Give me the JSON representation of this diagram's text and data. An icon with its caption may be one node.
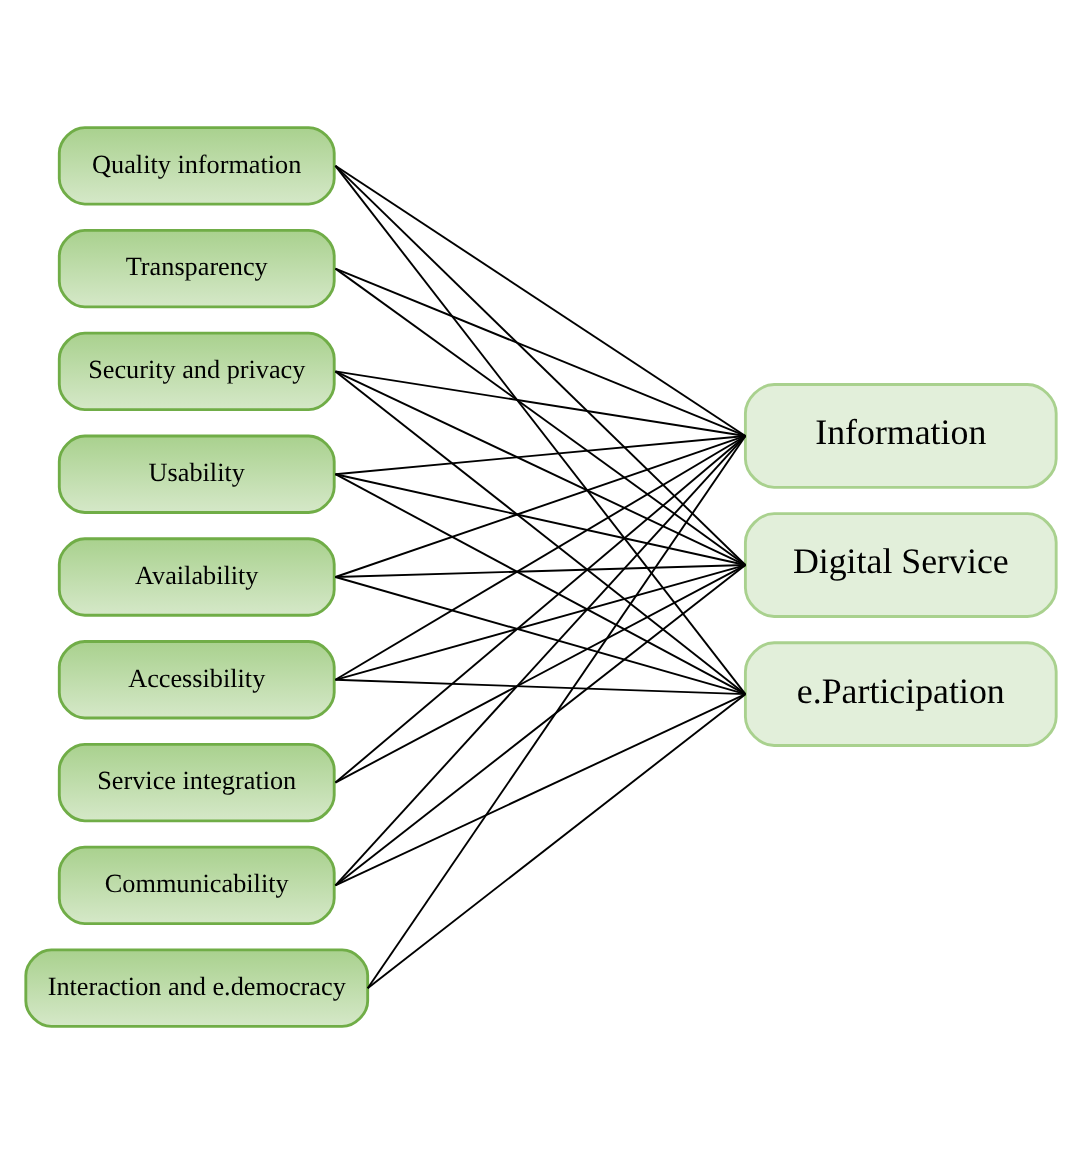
{
  "diagram": {
    "nodes": [
      {
        "text": [
          "Quality information"
        ]
      },
      {
        "text": [
          "Transparency"
        ]
      },
      {
        "text": [
          "Security and privacy"
        ]
      },
      {
        "text": [
          "Usability"
        ]
      },
      {
        "text": [
          "Availability"
        ]
      },
      {
        "text": [
          "Accessibility"
        ]
      },
      {
        "text": [
          "Service integration"
        ]
      },
      {
        "text": [
          "Communicability"
        ]
      },
      {
        "text": [
          "Interaction and e.democracy"
        ]
      },
      {
        "text": [
          "Information"
        ]
      },
      {
        "text": [
          "Digital Service"
        ]
      },
      {
        "text": [
          "e.Participation"
        ]
      }
    ],
    "edges": [
      {
        "from": 0,
        "to": 9,
        "arrow": "none"
      },
      {
        "from": 0,
        "to": 10,
        "arrow": "none"
      },
      {
        "from": 0,
        "to": 11,
        "arrow": "none"
      },
      {
        "from": 1,
        "to": 9,
        "arrow": "none"
      },
      {
        "from": 1,
        "to": 10,
        "arrow": "none"
      },
      {
        "from": 2,
        "to": 9,
        "arrow": "none"
      },
      {
        "from": 2,
        "to": 10,
        "arrow": "none"
      },
      {
        "from": 2,
        "to": 11,
        "arrow": "none"
      },
      {
        "from": 3,
        "to": 9,
        "arrow": "none"
      },
      {
        "from": 3,
        "to": 10,
        "arrow": "none"
      },
      {
        "from": 3,
        "to": 11,
        "arrow": "none"
      },
      {
        "from": 4,
        "to": 9,
        "arrow": "none"
      },
      {
        "from": 4,
        "to": 10,
        "arrow": "none"
      },
      {
        "from": 4,
        "to": 11,
        "arrow": "none"
      },
      {
        "from": 5,
        "to": 9,
        "arrow": "none"
      },
      {
        "from": 5,
        "to": 10,
        "arrow": "none"
      },
      {
        "from": 5,
        "to": 11,
        "arrow": "none"
      },
      {
        "from": 6,
        "to": 9,
        "arrow": "none"
      },
      {
        "from": 6,
        "to": 10,
        "arrow": "none"
      },
      {
        "from": 7,
        "to": 9,
        "arrow": "none"
      },
      {
        "from": 7,
        "to": 10,
        "arrow": "none"
      },
      {
        "from": 7,
        "to": 11,
        "arrow": "none"
      },
      {
        "from": 8,
        "to": 9,
        "arrow": "none"
      },
      {
        "from": 8,
        "to": 11,
        "arrow": "none"
      }
    ]
  }
}
